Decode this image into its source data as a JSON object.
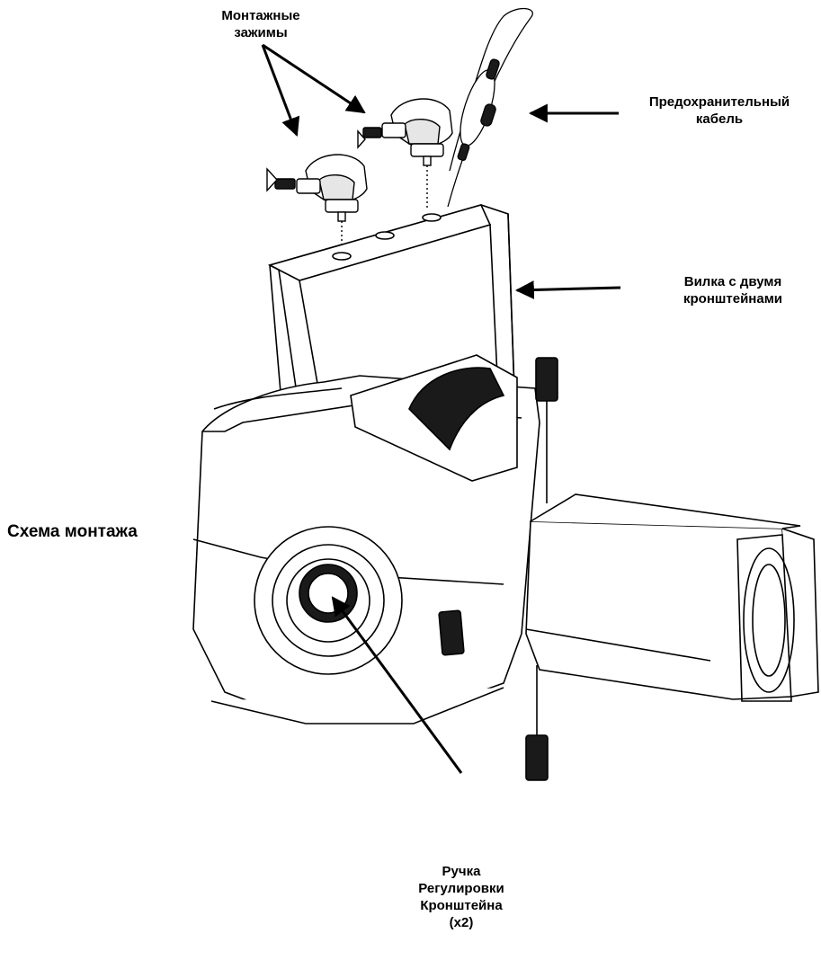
{
  "labels": {
    "mounting_clamps": [
      "Монтажные",
      "зажимы"
    ],
    "safety_cable": [
      "Предохранительный",
      "кабель"
    ],
    "yoke": [
      "Вилка с двумя",
      "кронштейнами"
    ],
    "diagram_title": "Схема монтажа",
    "knob": [
      "Ручка",
      "Регулировки",
      "Кронштейна",
      "(x2)"
    ]
  },
  "colors": {
    "line": "#000000",
    "body_fill": "#ffffff",
    "dark_fill": "#1a1a1a",
    "gray_fill": "#bdbdbd"
  }
}
